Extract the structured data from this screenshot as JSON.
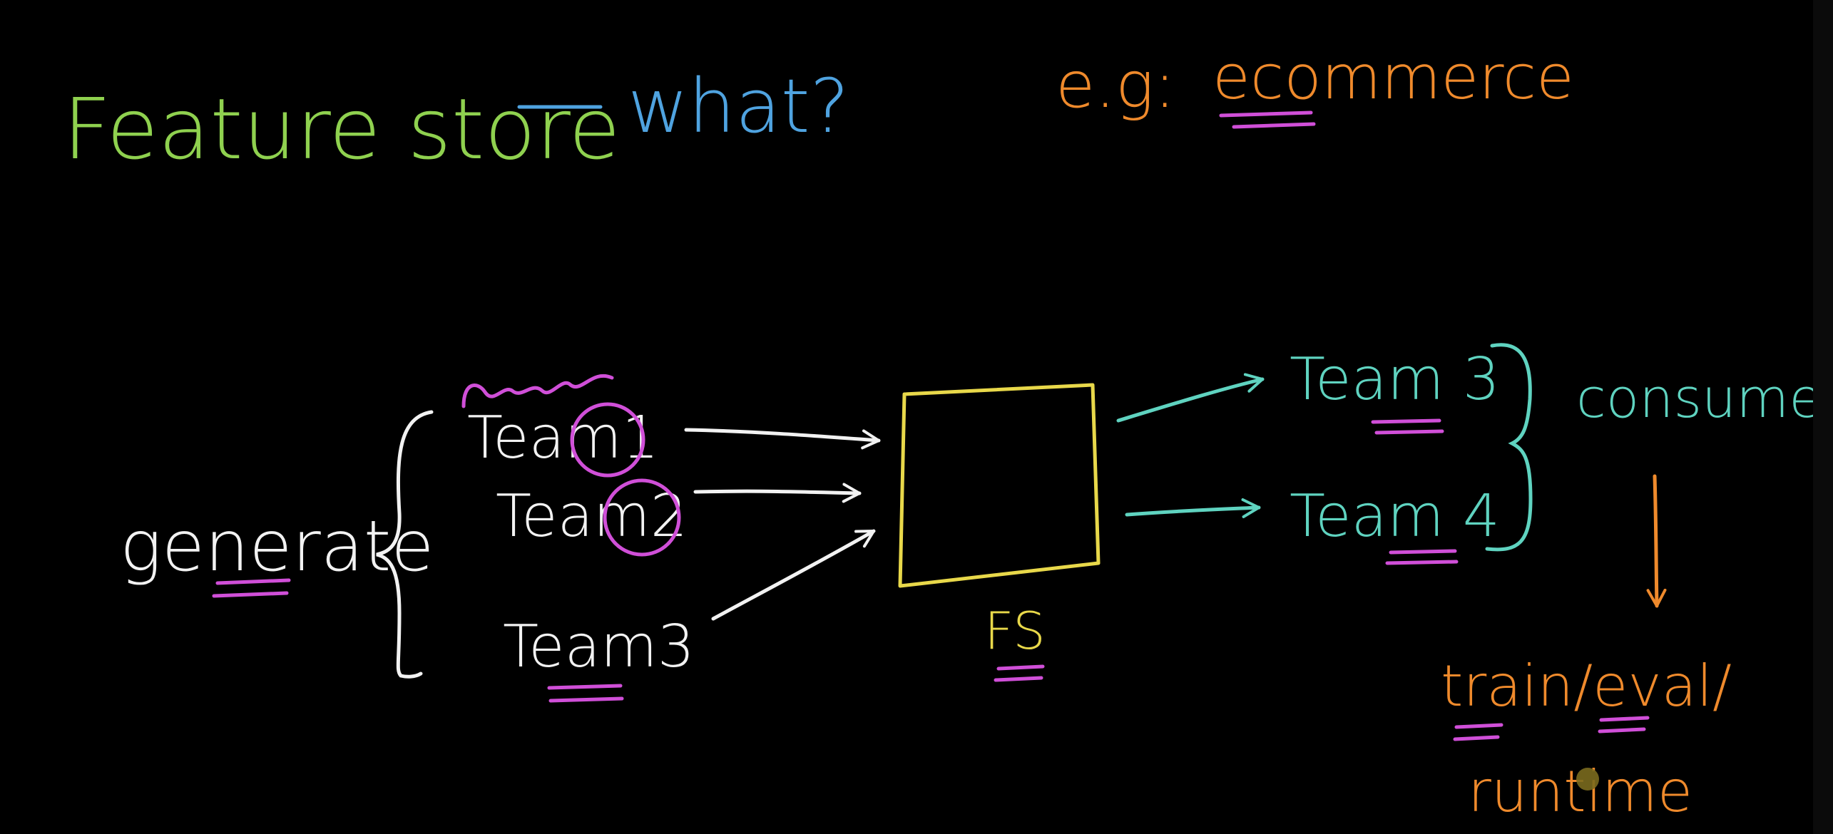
{
  "title": {
    "part1": "Feature store",
    "dash": "—",
    "part2": "what?"
  },
  "example": {
    "prefix": "e.g:",
    "word": "ecommerce"
  },
  "producers": {
    "label": "generate",
    "teams": [
      "Team1",
      "Team2",
      "Team3"
    ]
  },
  "store": {
    "label": "FS"
  },
  "consumers": {
    "teams": [
      "Team 3",
      "Team 4"
    ],
    "label": "consume"
  },
  "usage": {
    "offline": "train/eval/",
    "online": "runtime"
  },
  "colors": {
    "background": "#000000",
    "title_green": "#8fd14f",
    "title_blue": "#4fa3e0",
    "example_orange": "#ef8a2c",
    "chalk_white": "#f2f2f2",
    "highlight_magenta": "#d04fd8",
    "store_yellow": "#e8d84a",
    "consumer_teal": "#5fd3c0",
    "usage_orange": "#ef8a2c",
    "pointer_dot": "#7a6a1e"
  }
}
